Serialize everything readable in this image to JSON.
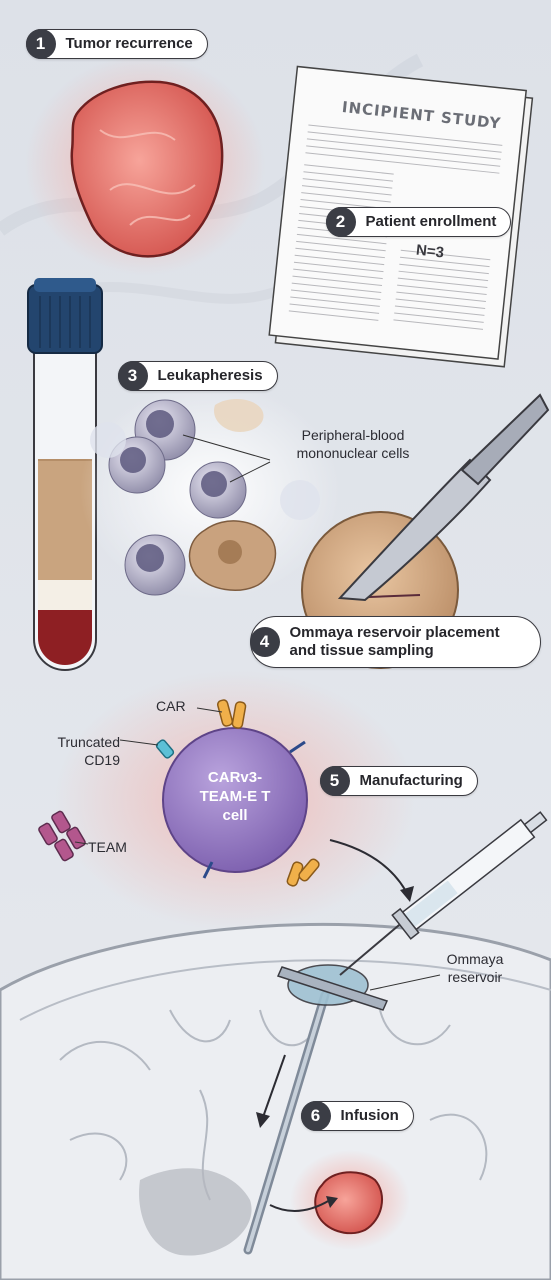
{
  "steps": [
    {
      "number": "1",
      "label": "Tumor recurrence"
    },
    {
      "number": "2",
      "label": "Patient enrollment"
    },
    {
      "number": "3",
      "label": "Leukapheresis"
    },
    {
      "number": "4",
      "label": "Ommaya reservoir placement and tissue sampling"
    },
    {
      "number": "5",
      "label": "Manufacturing"
    },
    {
      "number": "6",
      "label": "Infusion"
    }
  ],
  "document": {
    "title": "INCIPIENT STUDY",
    "n": "N=3"
  },
  "labels": {
    "pbmc": "Peripheral-blood mononuclear cells",
    "car": "CAR",
    "truncated_cd19": "Truncated CD19",
    "team": "TEAM",
    "tcell": "CARv3- TEAM-E T cell",
    "ommaya": "Ommaya reservoir"
  },
  "colors": {
    "tumor": "#e8746d",
    "tcell": "#9a7fc4",
    "blood": "#8e1f23",
    "cap": "#23456e",
    "badge": "#3b3d45"
  },
  "icons": [
    "tumor-icon",
    "document-icon",
    "blood-tube-icon",
    "scalpel-icon",
    "t-cell-icon",
    "syringe-icon",
    "brain-icon"
  ]
}
